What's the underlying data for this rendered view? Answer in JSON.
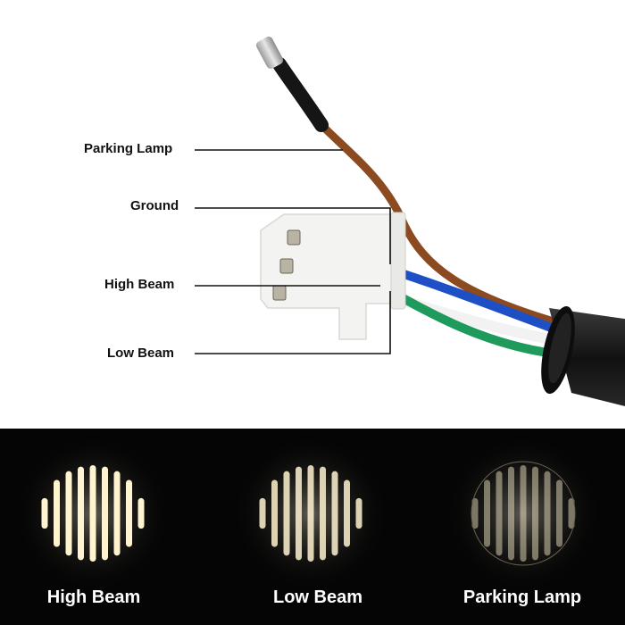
{
  "wiring": {
    "labels": [
      {
        "text": "Parking Lamp"
      },
      {
        "text": "Ground"
      },
      {
        "text": "High Beam"
      },
      {
        "text": "Low Beam"
      }
    ],
    "wire_colors": {
      "parking_lamp": "#8B4A1F",
      "high_beam": "#1F4FC4",
      "ground": "#F2F2F2",
      "low_beam": "#1E9A5C",
      "sheath": "#1A1A1A",
      "connector": "#F3F3F1"
    }
  },
  "demo": {
    "panels": [
      {
        "caption": "High Beam",
        "state": "bright"
      },
      {
        "caption": "Low Beam",
        "state": "medium"
      },
      {
        "caption": "Parking Lamp",
        "state": "dim"
      }
    ],
    "glow_color": "#FFF3D0"
  }
}
